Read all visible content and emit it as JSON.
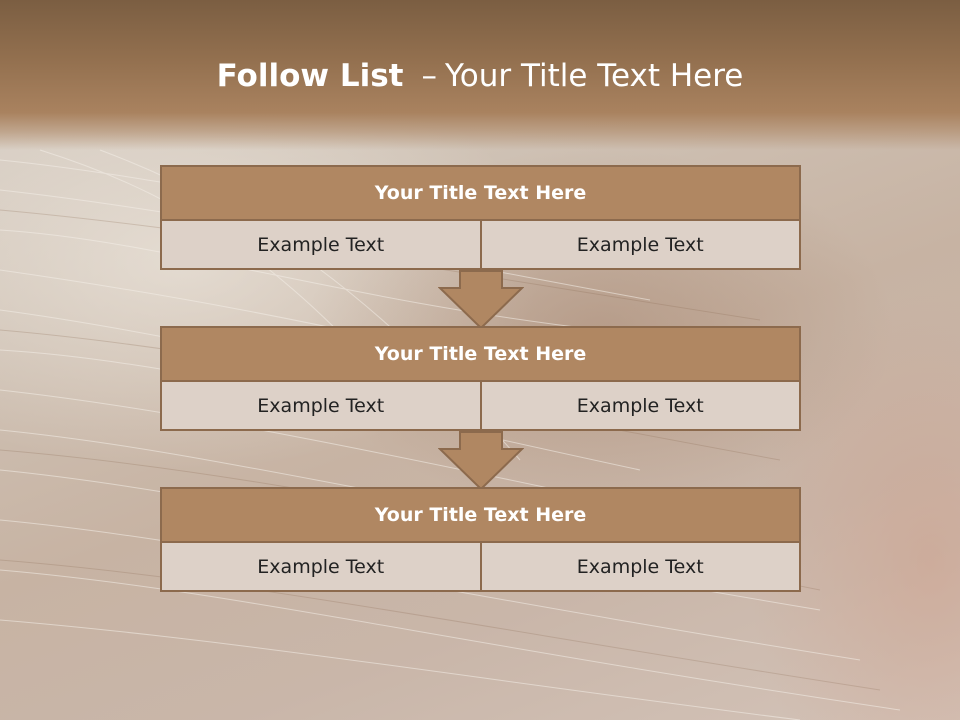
{
  "slide": {
    "title_bold": "Follow List",
    "title_sep": "–",
    "title_rest": "Your Title Text Here"
  },
  "blocks": [
    {
      "title": "Your Title Text Here",
      "left": "Example Text",
      "right": "Example Text"
    },
    {
      "title": "Your Title Text Here",
      "left": "Example Text",
      "right": "Example Text"
    },
    {
      "title": "Your Title Text Here",
      "left": "Example Text",
      "right": "Example Text"
    }
  ],
  "colors": {
    "header_band": "#93704f",
    "block_title_fill": "#b08762",
    "block_border": "#8c6a4d",
    "cell_fill": "#ddd1c8",
    "arrow_fill": "#b08762"
  },
  "icons": {
    "flow_arrow": "down-arrow-icon"
  }
}
